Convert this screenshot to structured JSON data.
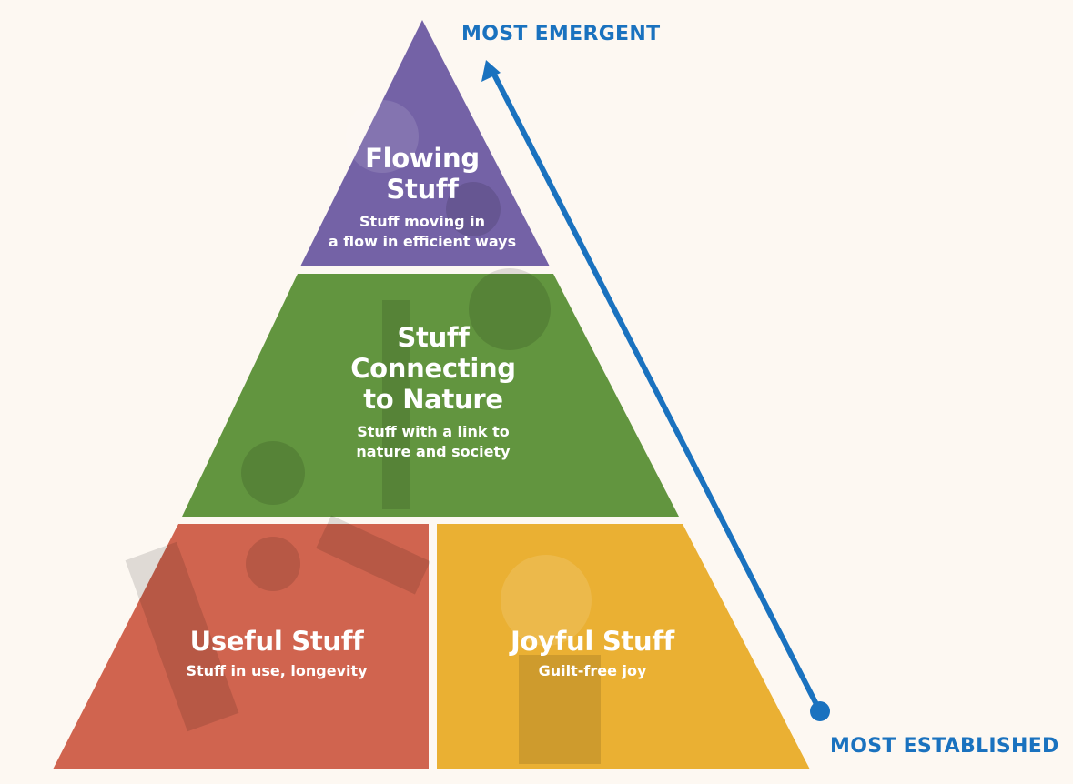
{
  "tiers": {
    "top": {
      "title_line1": "Flowing",
      "title_line2": "Stuff",
      "sub_line1": "Stuff moving in",
      "sub_line2": "a flow in efficient ways",
      "color": "#7462a6"
    },
    "middle": {
      "title_line1": "Stuff",
      "title_line2": "Connecting",
      "title_line3": "to Nature",
      "sub_line1": "Stuff with a link to",
      "sub_line2": "nature and society",
      "color": "#62953f"
    },
    "bottom_left": {
      "title": "Useful Stuff",
      "sub": "Stuff in use, longevity",
      "color": "#d0644f"
    },
    "bottom_right": {
      "title": "Joyful Stuff",
      "sub": "Guilt-free joy",
      "color": "#eab033"
    }
  },
  "axis": {
    "top_label": "MOST EMERGENT",
    "bottom_label": "MOST ESTABLISHED",
    "color": "#1a72bf"
  }
}
